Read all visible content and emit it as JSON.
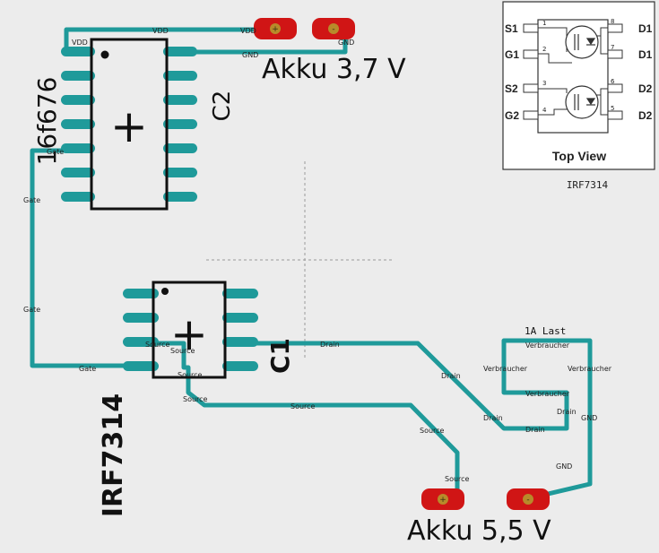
{
  "labels": {
    "chip1_name": "16f676",
    "chip1_cap": "C2",
    "chip2_name": "IRF7314",
    "chip2_cap": "C1",
    "akku1": "Akku 3,7 V",
    "akku2": "Akku 5,5 V",
    "last": "1A Last",
    "plus": "+",
    "minus": "-"
  },
  "nets": {
    "vdd": "VDD",
    "gnd": "GND",
    "gate": "Gate",
    "source": "Source",
    "drain": "Drain",
    "verbraucher": "Verbraucher"
  },
  "inset": {
    "caption": "Top View",
    "part": "IRF7314",
    "pins_left": [
      "S1",
      "G1",
      "S2",
      "G2"
    ],
    "pins_right": [
      "D1",
      "D1",
      "D2",
      "D2"
    ],
    "nums_left": [
      "1",
      "2",
      "3",
      "4"
    ],
    "nums_right": [
      "8",
      "7",
      "6",
      "5"
    ]
  },
  "colors": {
    "trace": "#1f9a9a",
    "pad": "#d01515",
    "pad_hole": "#b88a2a",
    "background": "#ececec"
  }
}
